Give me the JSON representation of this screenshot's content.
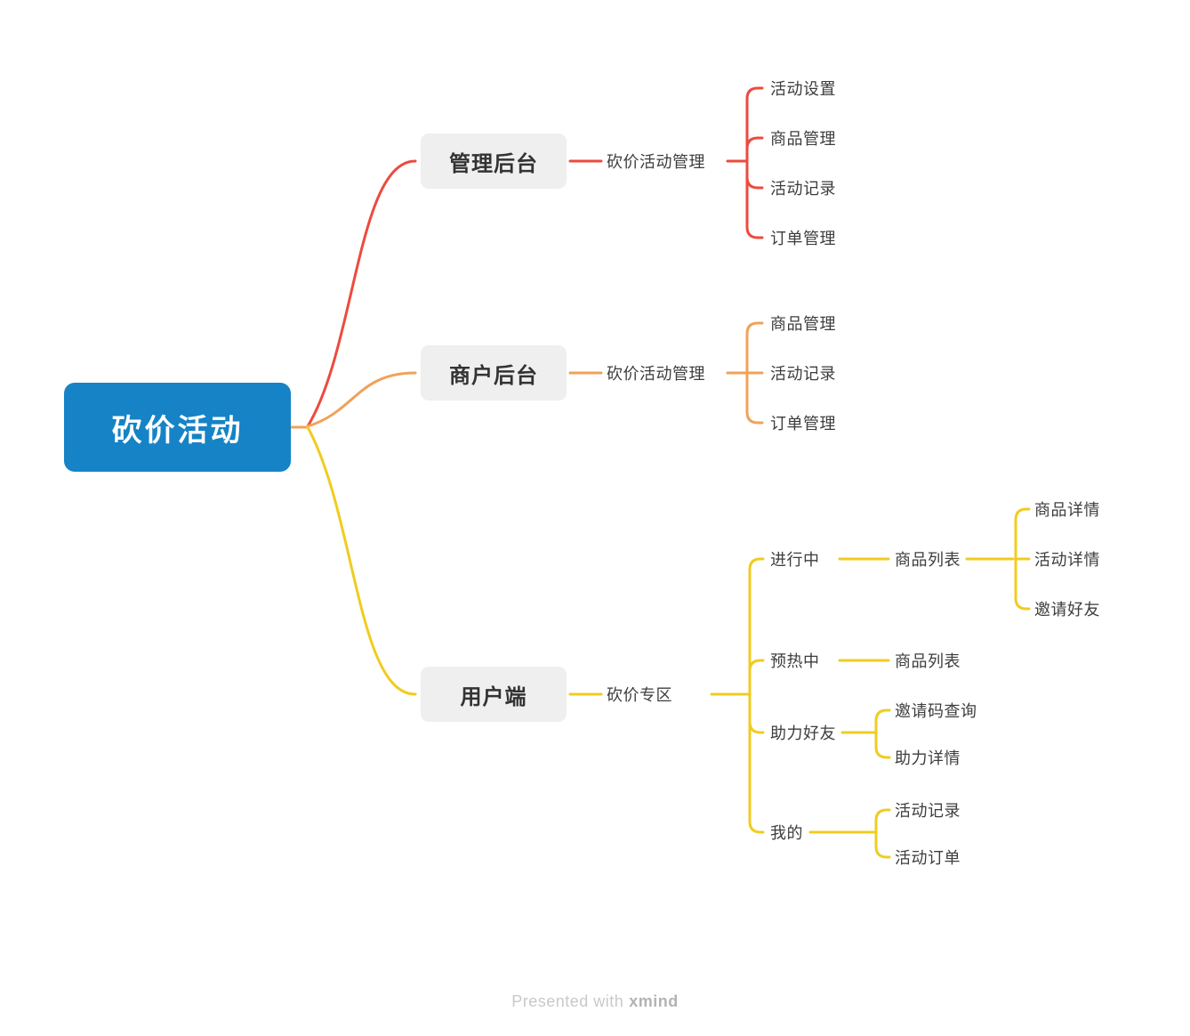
{
  "colors": {
    "root_bg": "#1583c6",
    "root_text": "#ffffff",
    "branch_admin": "#ec4b3e",
    "branch_merchant": "#f0a258",
    "branch_user": "#f0cc20",
    "l1_box_bg": "#efefef",
    "l1_text": "#333333",
    "label_text": "#3d3d3d"
  },
  "mindmap": {
    "root": {
      "label": "砍价活动"
    },
    "branches": [
      {
        "label": "管理后台",
        "children": [
          {
            "label": "砍价活动管理",
            "children": [
              {
                "label": "活动设置"
              },
              {
                "label": "商品管理"
              },
              {
                "label": "活动记录"
              },
              {
                "label": "订单管理"
              }
            ]
          }
        ]
      },
      {
        "label": "商户后台",
        "children": [
          {
            "label": "砍价活动管理",
            "children": [
              {
                "label": "商品管理"
              },
              {
                "label": "活动记录"
              },
              {
                "label": "订单管理"
              }
            ]
          }
        ]
      },
      {
        "label": "用户端",
        "children": [
          {
            "label": "砍价专区",
            "children": [
              {
                "label": "进行中",
                "children": [
                  {
                    "label": "商品列表",
                    "children": [
                      {
                        "label": "商品详情"
                      },
                      {
                        "label": "活动详情"
                      },
                      {
                        "label": "邀请好友"
                      }
                    ]
                  }
                ]
              },
              {
                "label": "预热中",
                "children": [
                  {
                    "label": "商品列表"
                  }
                ]
              },
              {
                "label": "助力好友",
                "children": [
                  {
                    "label": "邀请码查询"
                  },
                  {
                    "label": "助力详情"
                  }
                ]
              },
              {
                "label": "我的",
                "children": [
                  {
                    "label": "活动记录"
                  },
                  {
                    "label": "活动订单"
                  }
                ]
              }
            ]
          }
        ]
      }
    ]
  },
  "footer": {
    "prefix": "Presented with",
    "brand": "xmind"
  }
}
